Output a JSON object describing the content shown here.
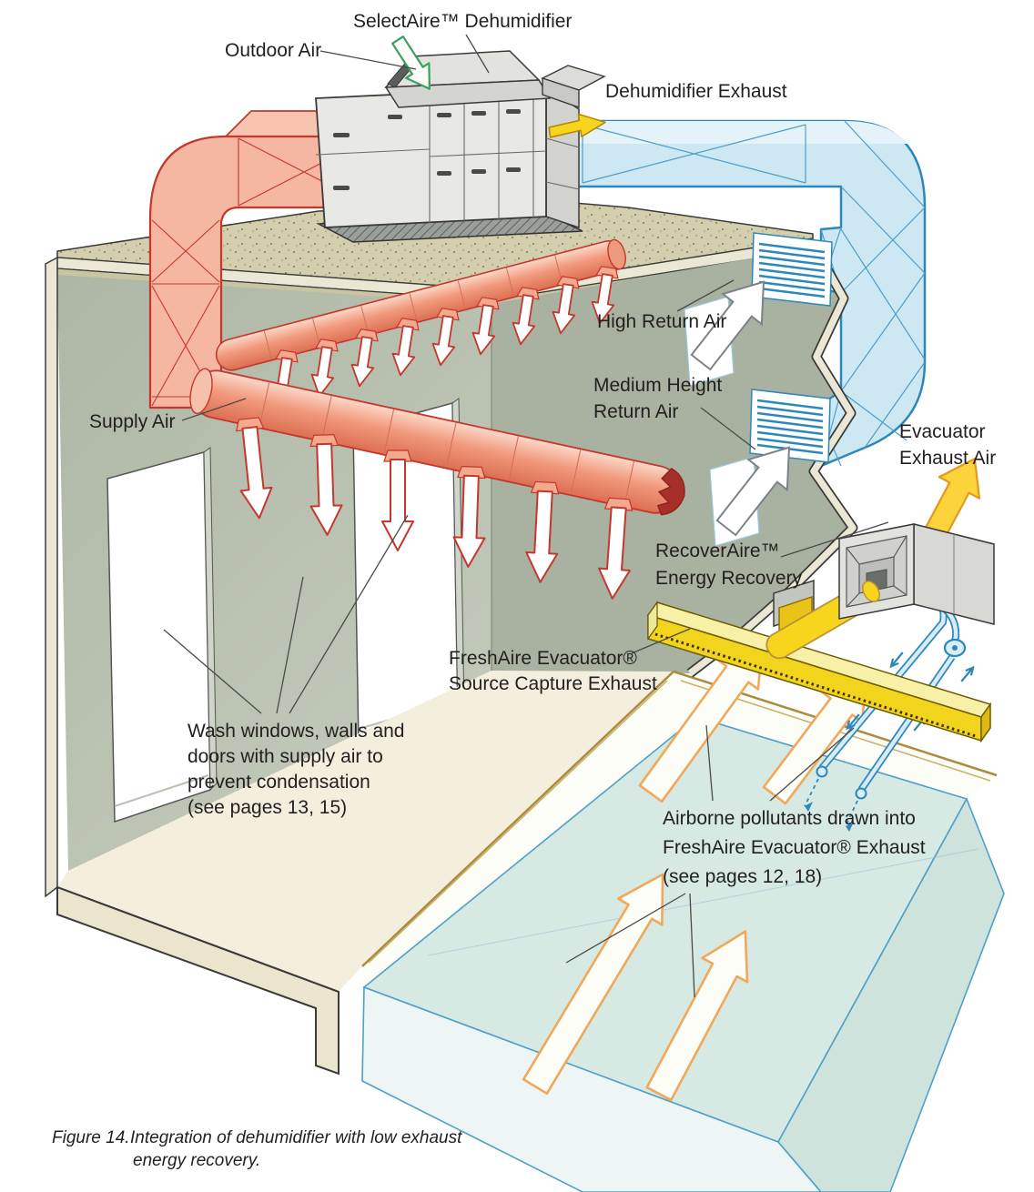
{
  "figure": {
    "caption": {
      "figure_label": "Figure 14.",
      "line1": "Integration of dehumidifier with low exhaust",
      "line2": "energy recovery."
    }
  },
  "annotations": {
    "selectaire": {
      "text": "SelectAire™ Dehumidifier"
    },
    "outdoor_air": {
      "text": "Outdoor Air"
    },
    "dehumidifier_exhaust": {
      "text": "Dehumidifier Exhaust"
    },
    "high_return_air": {
      "text": "High Return Air"
    },
    "medium_return_air": {
      "line1": "Medium Height",
      "line2": "Return Air"
    },
    "supply_air": {
      "text": "Supply Air"
    },
    "evacuator_exhaust_air": {
      "line1": "Evacuator",
      "line2": "Exhaust Air"
    },
    "recoveraire": {
      "line1": "RecoverAire™",
      "line2": "Energy Recovery"
    },
    "freshaire": {
      "line1": "FreshAire Evacuator®",
      "line2": "Source Capture Exhaust"
    },
    "wash_note": {
      "line1": "Wash windows, walls and",
      "line2": "doors with supply air to",
      "line3": "prevent condensation",
      "line4": "(see pages 13, 15)"
    },
    "airborne_note": {
      "line1": "Airborne pollutants drawn into",
      "line2": "FreshAire Evacuator® Exhaust",
      "line3": "(see pages 12, 18)"
    }
  },
  "palette": {
    "supply_duct_fill": "#f6b7a2",
    "supply_duct_outline": "#c5372c",
    "return_duct_fill": "#cde7f3",
    "return_duct_outline": "#2d88ba",
    "exhaust_yellow": "#f4d41d",
    "pool_water": "#d7e9e3",
    "wall_green": "#aeb6a5",
    "roof_tan": "#d3cead",
    "floor_cream": "#f4efdc",
    "deck_gold": "#a98c3c",
    "outdoor_air_green": "#3aa060",
    "text": "#231f20"
  }
}
